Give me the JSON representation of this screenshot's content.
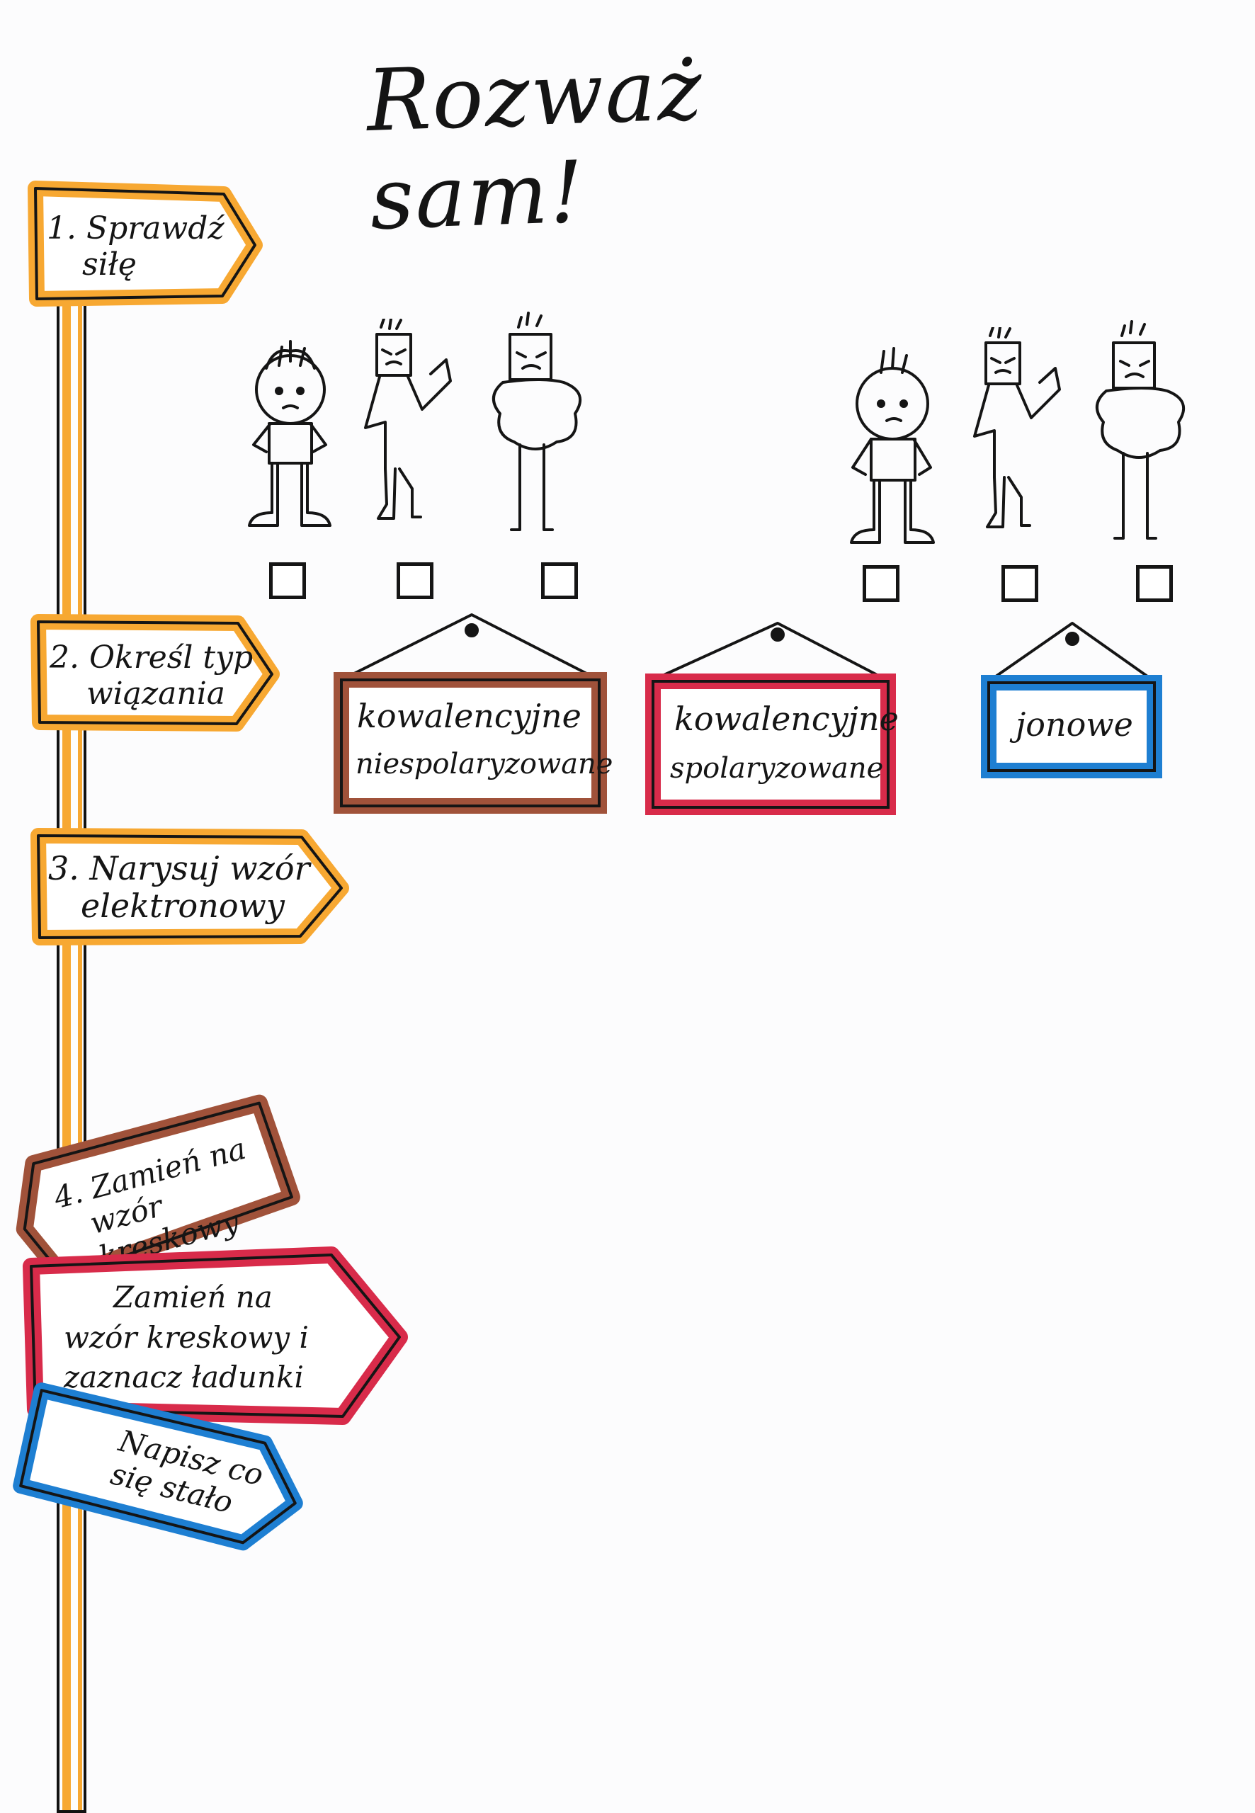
{
  "title": "Rozważ sam!",
  "steps": [
    {
      "line1": "1. Sprawdź",
      "line2": "siłę"
    },
    {
      "line1": "2. Określ typ",
      "line2": "wiązania"
    },
    {
      "line1": "3. Narysuj wzór",
      "line2": "elektronowy"
    },
    {
      "line1": "4. Zamień na",
      "line2": "wzór kreskowy"
    },
    {
      "line1": "Zamień na",
      "line2": "wzór kreskowy i",
      "line3": "zaznacz ładunki"
    },
    {
      "line1": "Napisz co",
      "line2": "się stało"
    }
  ],
  "bond_labels": [
    {
      "line1": "kowalencyjne",
      "line2": "niespolaryzowane",
      "color": "#a0523a"
    },
    {
      "line1": "kowalencyjne",
      "line2": "spolaryzowane",
      "color": "#d82b4a"
    },
    {
      "line1": "jonowe",
      "color": "#1e7fd2"
    }
  ],
  "colors": {
    "orange": "#f7a832",
    "brown": "#a0523a",
    "red": "#d82b4a",
    "blue": "#1e7fd2",
    "ink": "#151515"
  }
}
